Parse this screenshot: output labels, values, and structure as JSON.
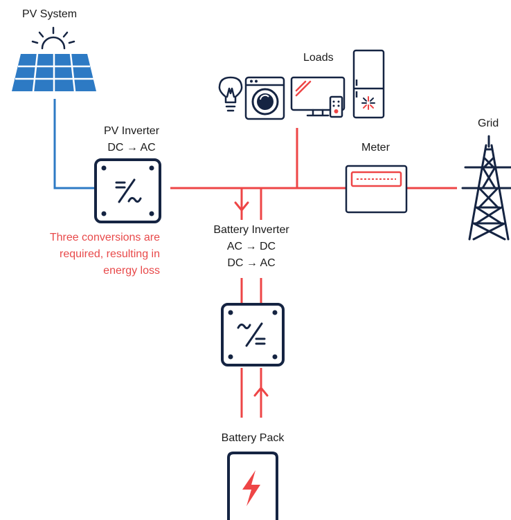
{
  "labels": {
    "pv_system": "PV System",
    "loads": "Loads",
    "grid": "Grid",
    "meter": "Meter",
    "pv_inverter_title": "PV Inverter",
    "pv_inverter_conv": "DC → AC",
    "battery_inverter_title": "Battery Inverter",
    "battery_inverter_conv1": "AC → DC",
    "battery_inverter_conv2": "DC → AC",
    "battery_pack": "Battery Pack"
  },
  "note": {
    "line1": "Three conversions are",
    "line2": "required, resulting in",
    "line3": "energy loss"
  },
  "colors": {
    "ac_line": "#ee4546",
    "dc_line": "#2d7ac4",
    "outline": "#152442",
    "note_text": "#e8494a",
    "panel_fill": "#2d7ac4"
  }
}
